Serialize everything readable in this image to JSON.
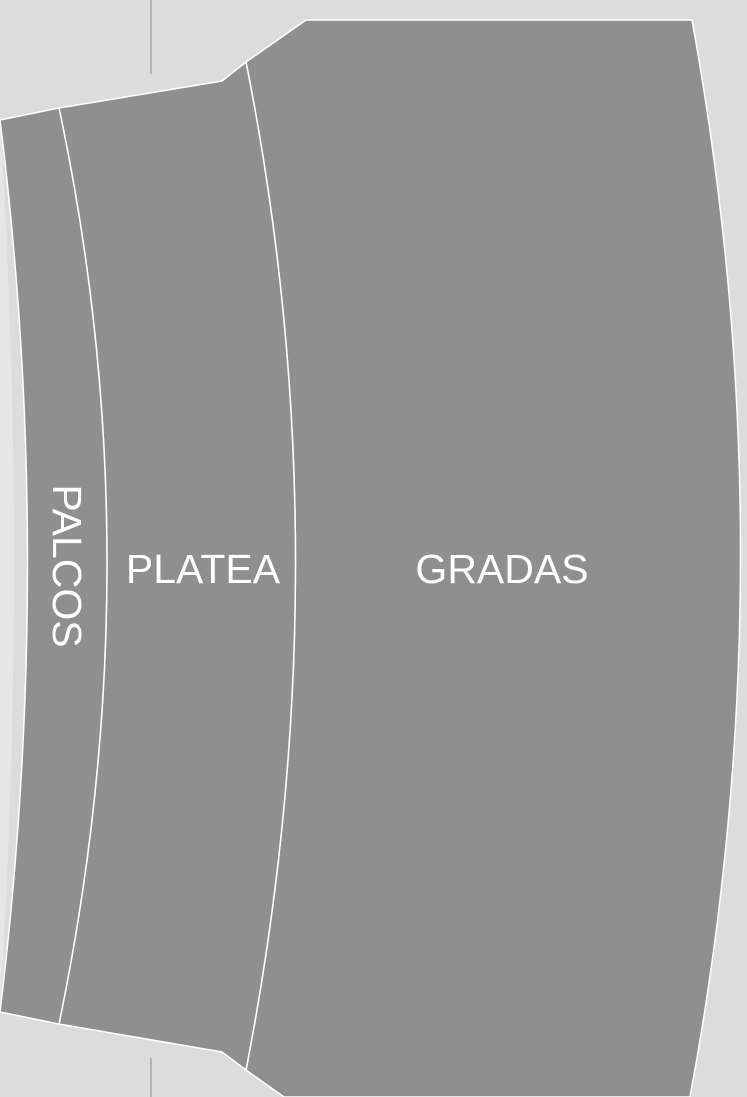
{
  "venue_map": {
    "colors": {
      "background": "#dcdcdc",
      "section_fill": "#8f8f8f",
      "divider": "#ffffff",
      "label": "#ffffff"
    },
    "sections": [
      {
        "id": "palcos",
        "label": "PALCOS"
      },
      {
        "id": "platea",
        "label": "PLATEA"
      },
      {
        "id": "gradas",
        "label": "GRADAS"
      }
    ]
  }
}
